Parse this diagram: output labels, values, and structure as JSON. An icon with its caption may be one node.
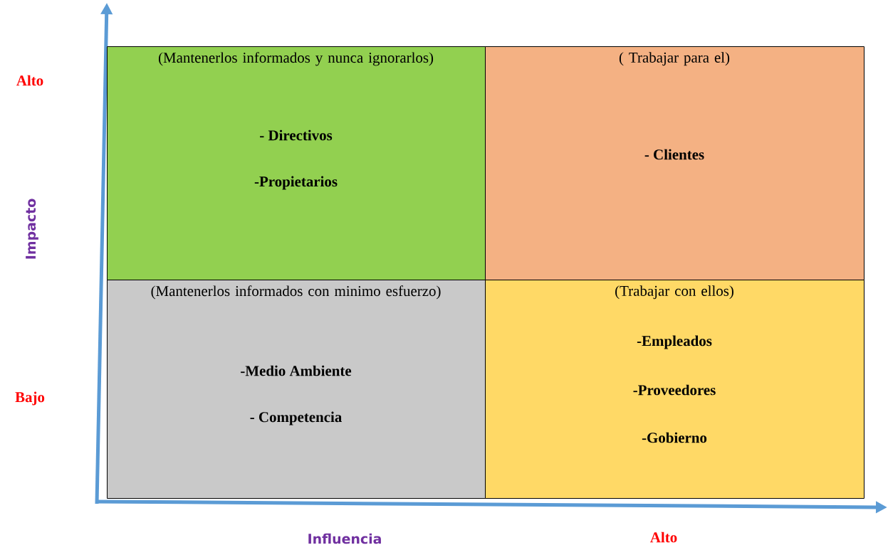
{
  "diagram": {
    "nodes": [
      {
        "text": [
          "(Mantenerlos informados y nunca ignorarlos)",
          "- Directivos",
          "-Propietarios"
        ]
      },
      {
        "text": [
          "( Trabajar para el)",
          "- Clientes"
        ]
      },
      {
        "text": [
          "(Mantenerlos informados con minimo esfuerzo)",
          "-Medio Ambiente",
          "- Competencia"
        ]
      },
      {
        "text": [
          "(Trabajar con ellos)",
          "-Empleados",
          "-Proveedores",
          "-Gobierno"
        ]
      }
    ],
    "labels": [
      "Alto",
      "Impacto",
      "Bajo",
      "Influencia",
      "Alto"
    ]
  }
}
